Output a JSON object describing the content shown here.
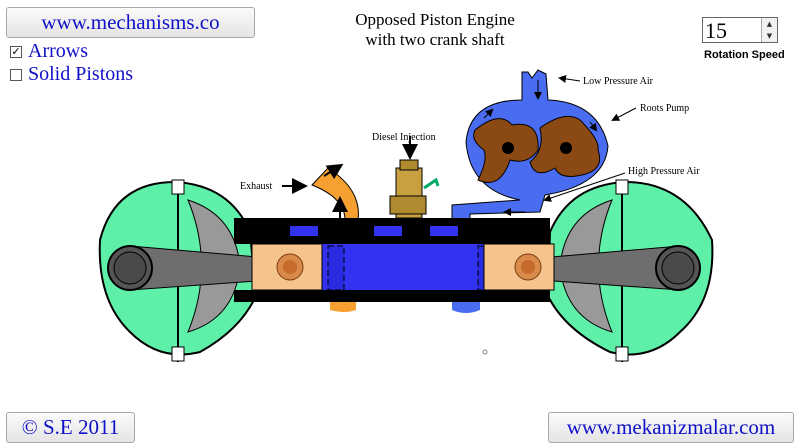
{
  "header": {
    "site_link": "www.mechanisms.co",
    "title_line1": "Opposed Piston Engine",
    "title_line2": "with two crank shaft"
  },
  "options": {
    "arrows_label": "Arrows",
    "arrows_checked": true,
    "pistons_label": "Solid Pistons",
    "pistons_checked": false
  },
  "speed": {
    "value": "15",
    "label": "Rotation Speed"
  },
  "labels": {
    "low_pressure_air": "Low Pressure Air",
    "roots_pump": "Roots Pump",
    "high_pressure_air": "High Pressure Air",
    "diesel_injection": "Diesel Injection",
    "exhaust": "Exhaust"
  },
  "footer": {
    "copyright": "© S.E 2011",
    "mirror_link": "www.mekanizmalar.com"
  },
  "colors": {
    "link_blue": "#1010c8",
    "crankcase_green": "#5ef0a8",
    "cylinder_blue": "#3232f0",
    "exhaust_orange": "#f5a030",
    "pump_blue": "#4a6cf0",
    "rotor_brown": "#8b4a14",
    "piston_tan": "#f5c48c"
  }
}
